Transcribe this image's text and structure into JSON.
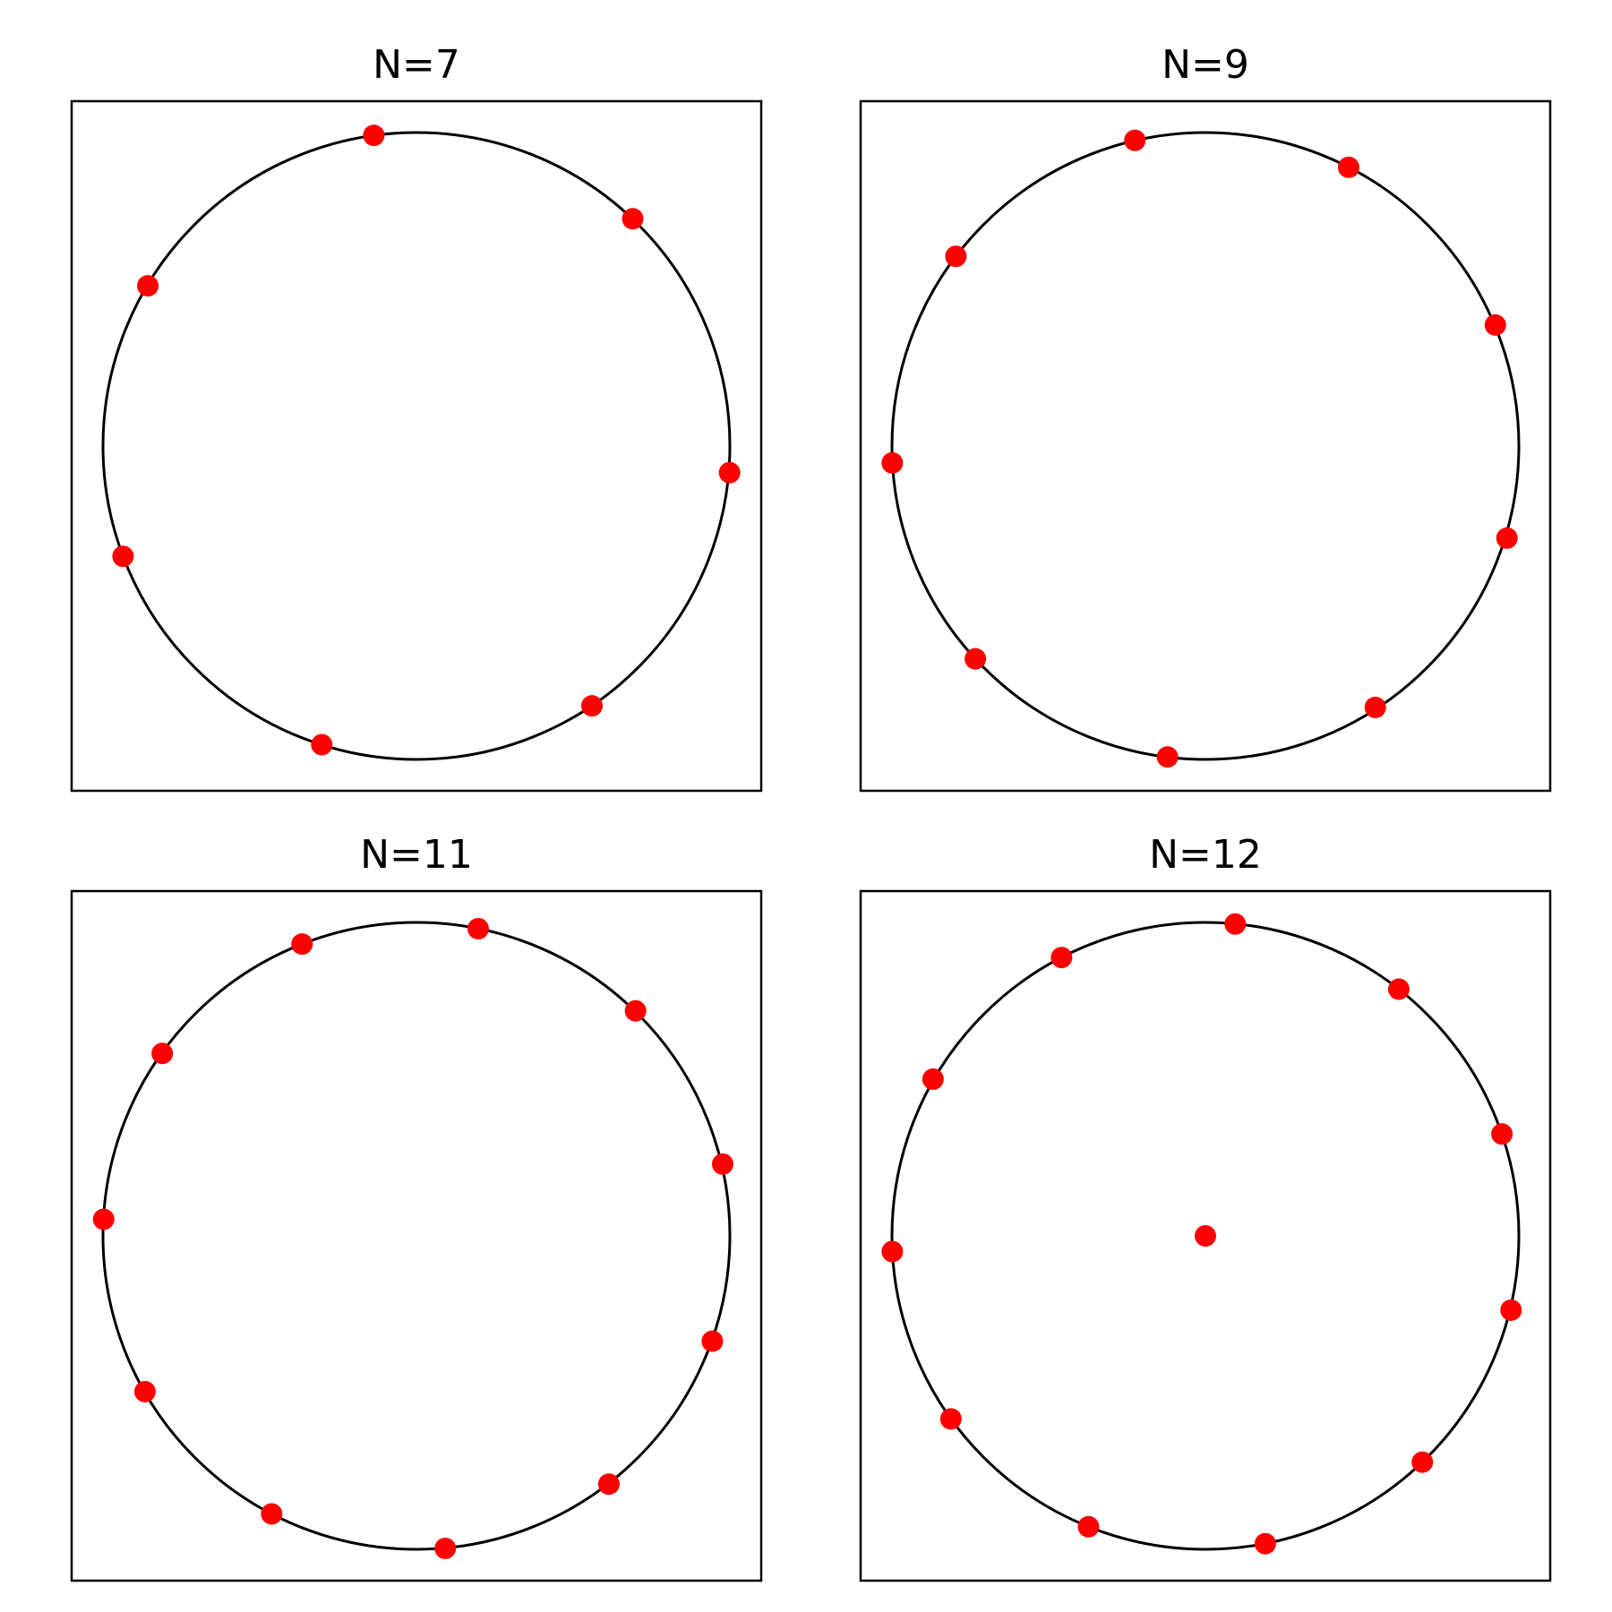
{
  "colors": {
    "point": "#ff0000",
    "line": "#000000",
    "background": "#ffffff"
  },
  "chart_data": [
    {
      "type": "scatter",
      "title": "N=7",
      "xlim": [
        -1.1,
        1.1
      ],
      "ylim": [
        -1.1,
        1.1
      ],
      "grid": false,
      "reference_circle": {
        "center": [
          0,
          0
        ],
        "radius": 1
      },
      "points": [
        {
          "x": -0.136,
          "y": 0.991
        },
        {
          "x": 0.69,
          "y": 0.725
        },
        {
          "x": 0.999,
          "y": -0.085
        },
        {
          "x": 0.56,
          "y": -0.829
        },
        {
          "x": -0.302,
          "y": -0.953
        },
        {
          "x": -0.936,
          "y": -0.352
        },
        {
          "x": -0.857,
          "y": 0.511
        }
      ]
    },
    {
      "type": "scatter",
      "title": "N=9",
      "xlim": [
        -1.1,
        1.1
      ],
      "ylim": [
        -1.1,
        1.1
      ],
      "grid": false,
      "reference_circle": {
        "center": [
          0,
          0
        ],
        "radius": 1
      },
      "points": [
        {
          "x": -0.225,
          "y": 0.975
        },
        {
          "x": 0.457,
          "y": 0.889
        },
        {
          "x": 0.925,
          "y": 0.386
        },
        {
          "x": 0.962,
          "y": -0.294
        },
        {
          "x": 0.542,
          "y": -0.834
        },
        {
          "x": -0.121,
          "y": -0.992
        },
        {
          "x": -0.734,
          "y": -0.679
        },
        {
          "x": -0.999,
          "y": -0.054
        },
        {
          "x": -0.796,
          "y": 0.605
        }
      ]
    },
    {
      "type": "scatter",
      "title": "N=11",
      "xlim": [
        -1.1,
        1.1
      ],
      "ylim": [
        -1.1,
        1.1
      ],
      "grid": false,
      "reference_circle": {
        "center": [
          0,
          0
        ],
        "radius": 1
      },
      "points": [
        {
          "x": 0.197,
          "y": 0.98
        },
        {
          "x": -0.365,
          "y": 0.931
        },
        {
          "x": -0.811,
          "y": 0.582
        },
        {
          "x": 0.699,
          "y": 0.718
        },
        {
          "x": 0.977,
          "y": 0.229
        },
        {
          "x": -0.998,
          "y": 0.053
        },
        {
          "x": 0.944,
          "y": -0.336
        },
        {
          "x": -0.866,
          "y": -0.497
        },
        {
          "x": 0.614,
          "y": -0.792
        },
        {
          "x": -0.462,
          "y": -0.887
        },
        {
          "x": 0.092,
          "y": -0.997
        }
      ]
    },
    {
      "type": "scatter",
      "title": "N=12",
      "xlim": [
        -1.1,
        1.1
      ],
      "ylim": [
        -1.1,
        1.1
      ],
      "grid": false,
      "reference_circle": {
        "center": [
          0,
          0
        ],
        "radius": 1
      },
      "points": [
        {
          "x": 0.0,
          "y": 0.0
        },
        {
          "x": 0.095,
          "y": 0.995
        },
        {
          "x": -0.459,
          "y": 0.888
        },
        {
          "x": 0.617,
          "y": 0.787
        },
        {
          "x": -0.869,
          "y": 0.5
        },
        {
          "x": 0.946,
          "y": 0.325
        },
        {
          "x": -0.999,
          "y": -0.05
        },
        {
          "x": 0.975,
          "y": -0.237
        },
        {
          "x": -0.812,
          "y": -0.584
        },
        {
          "x": 0.692,
          "y": -0.722
        },
        {
          "x": -0.373,
          "y": -0.928
        },
        {
          "x": 0.191,
          "y": -0.982
        }
      ]
    }
  ]
}
